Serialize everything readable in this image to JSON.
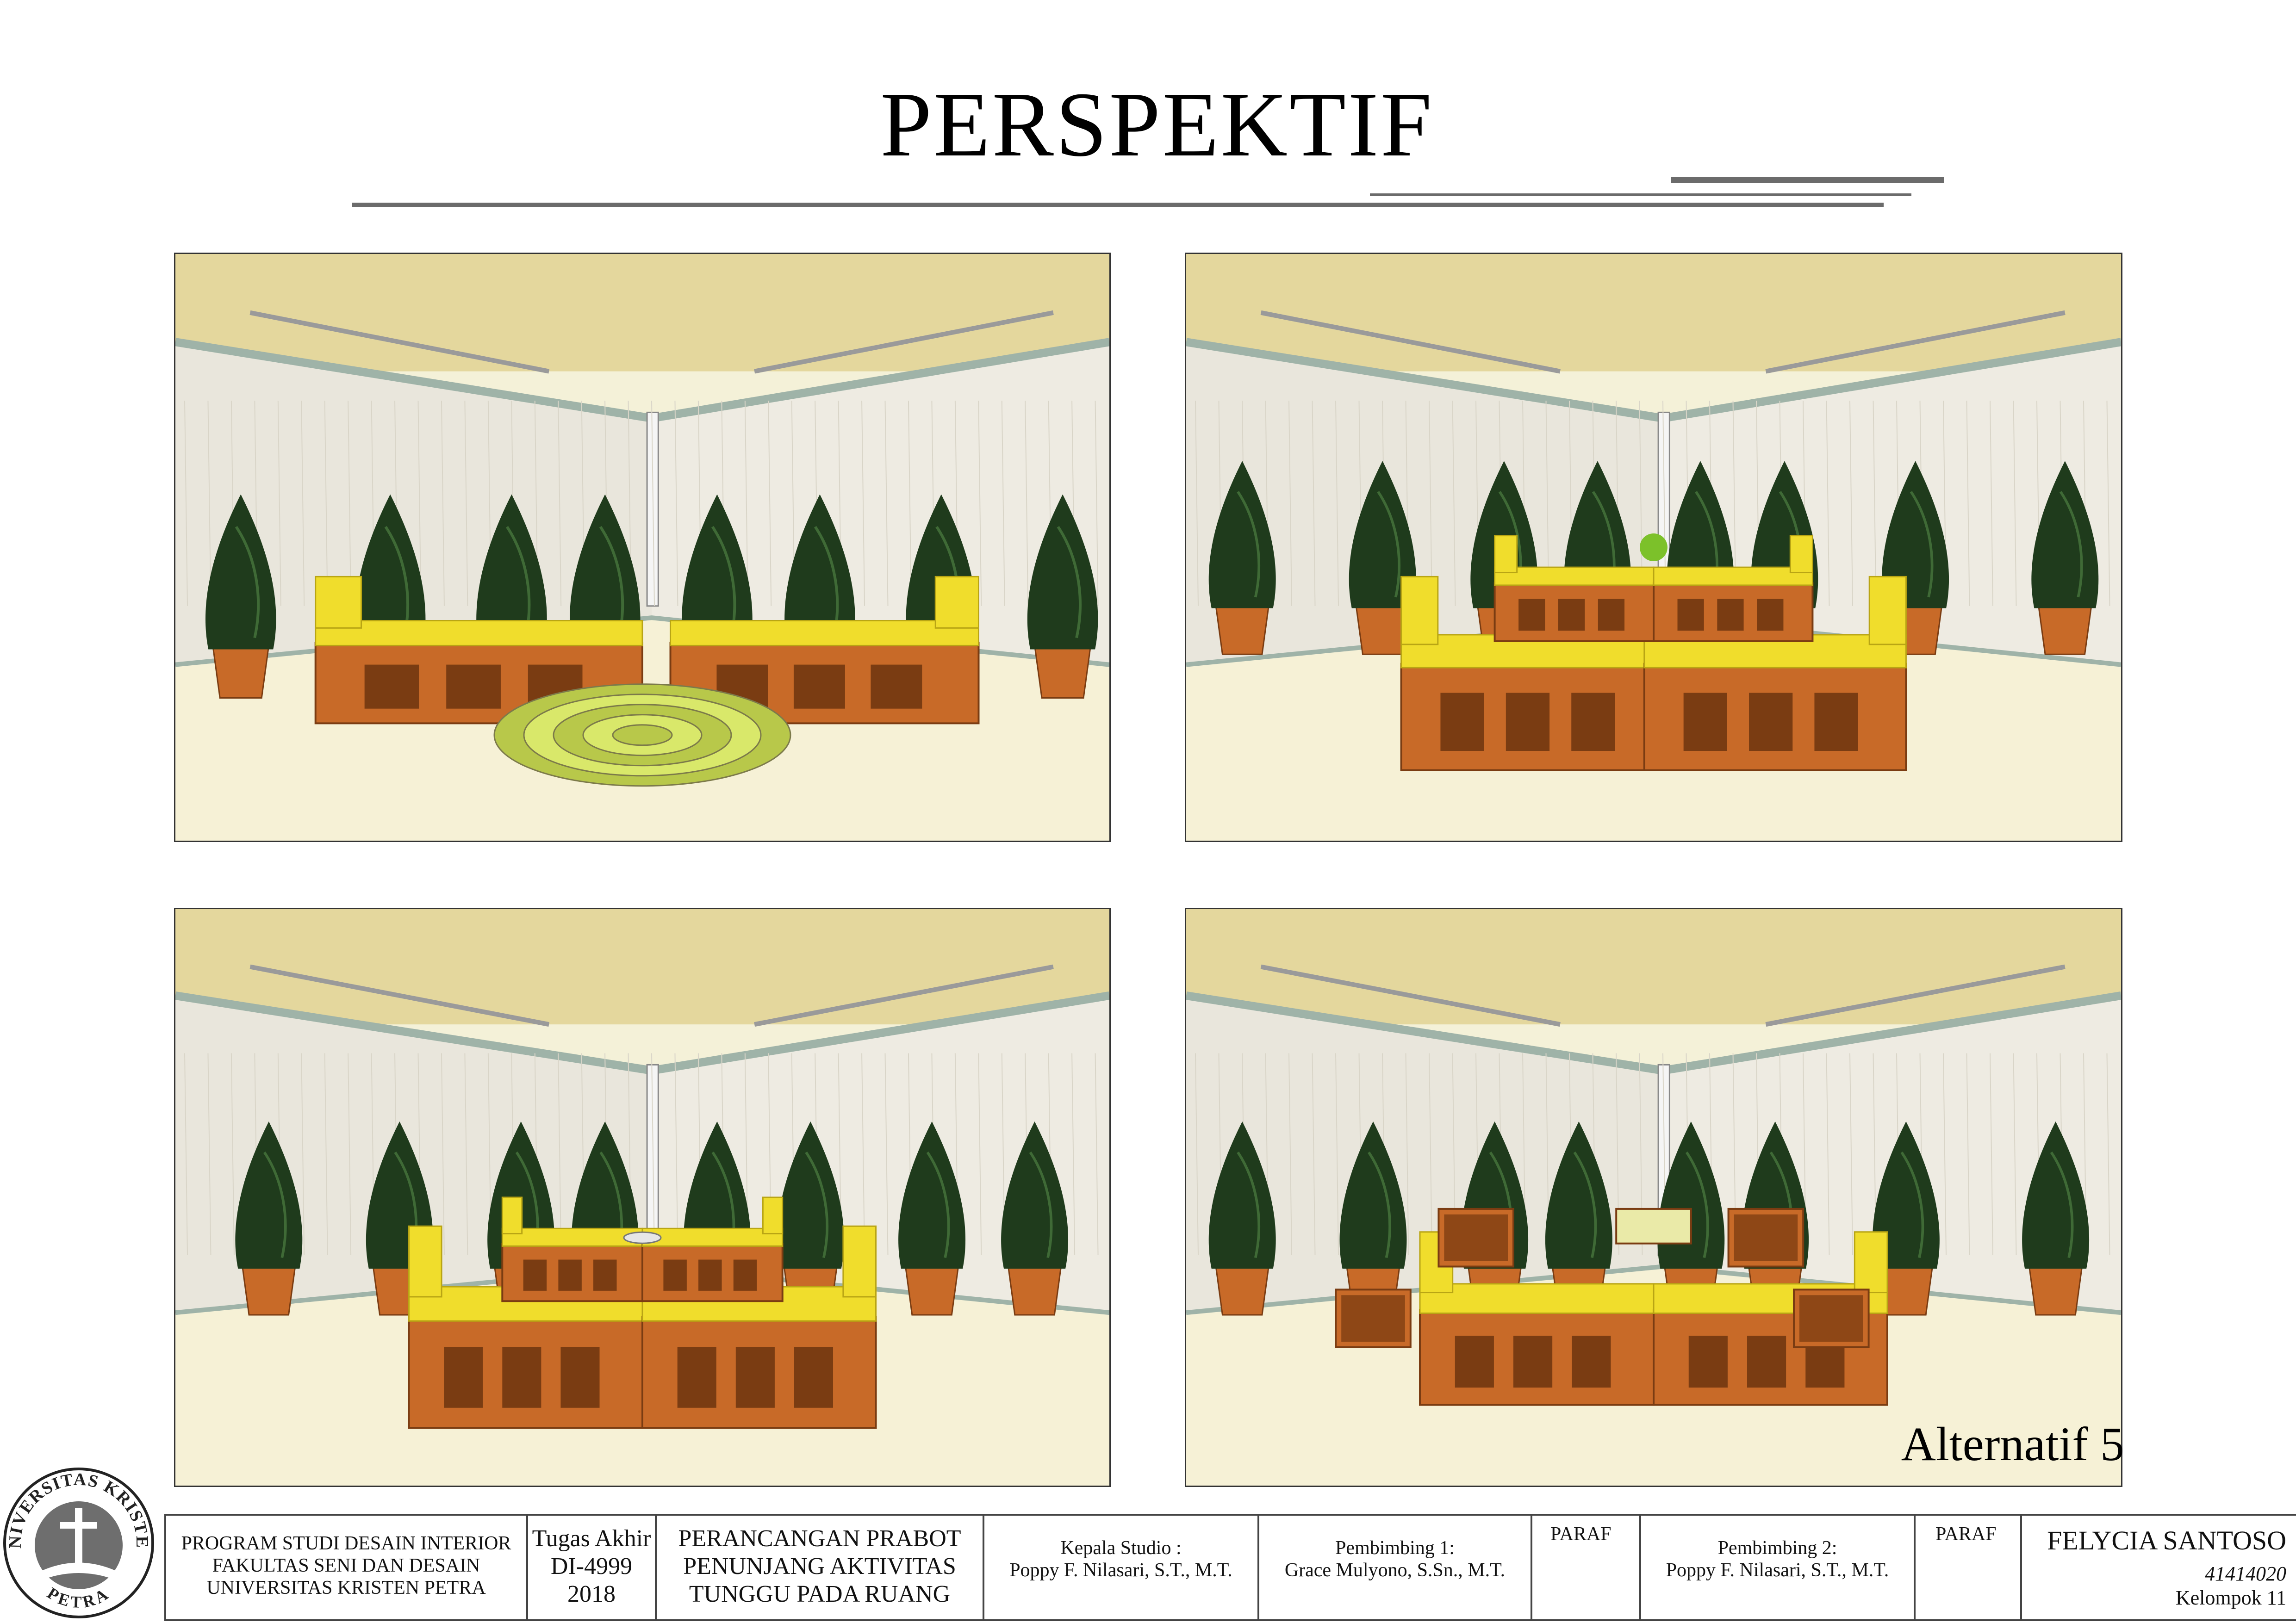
{
  "title": "PERSPEKTIF",
  "alternative_label": "Alternatif 5",
  "panels": [
    {
      "name": "view-1-bench-layout"
    },
    {
      "name": "view-2-cross-layout"
    },
    {
      "name": "view-3-cross-layout-table"
    },
    {
      "name": "view-4-cross-layout-boxes"
    }
  ],
  "title_block": {
    "logo_text_top": "UNIVERSITAS KRISTEN",
    "logo_text_bottom": "PETRA",
    "program": [
      "PROGRAM STUDI DESAIN INTERIOR",
      "FAKULTAS SENI DAN DESAIN",
      "UNIVERSITAS KRISTEN PETRA"
    ],
    "course": [
      "Tugas Akhir",
      "DI-4999",
      "2018"
    ],
    "project": [
      "PERANCANGAN PRABOT",
      "PENUNJANG AKTIVITAS",
      "TUNGGU PADA RUANG"
    ],
    "head_label": "Kepala Studio :",
    "head_name": "Poppy F. Nilasari, S.T., M.T.",
    "advisor1_label": "Pembimbing 1:",
    "advisor1_name": "Grace Mulyono, S.Sn., M.T.",
    "paraf1": "PARAF",
    "advisor2_label": "Pembimbing 2:",
    "advisor2_name": "Poppy F. Nilasari, S.T., M.T.",
    "paraf2": "PARAF",
    "student_name": "FELYCIA SANTOSO",
    "student_id": "41414020",
    "group": "Kelompok 11"
  },
  "colors": {
    "ceiling": "#e4d79d",
    "wall": "#e9e6dc",
    "floor": "#f6f1d6",
    "cushion": "#f0dd2c",
    "wood": "#c86a28",
    "foliage": "#1f3b1c",
    "rule": "#6b6b6b"
  }
}
